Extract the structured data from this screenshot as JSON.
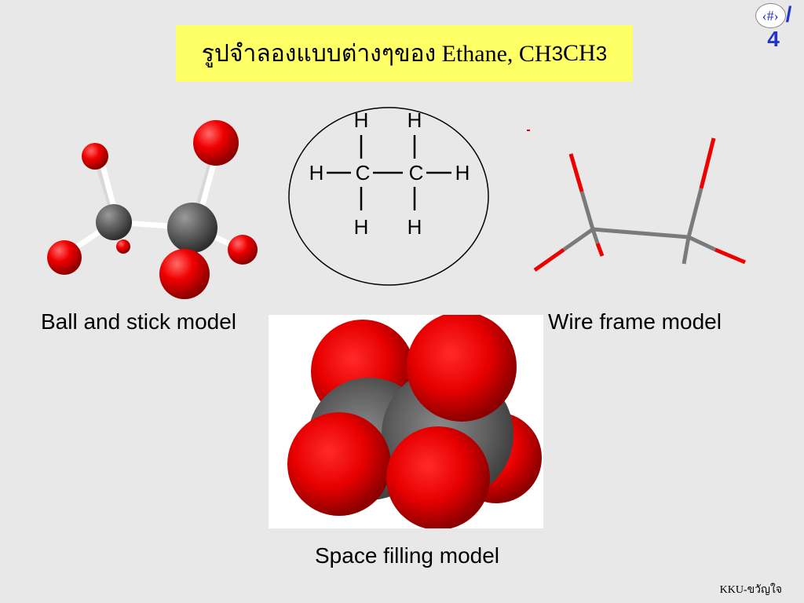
{
  "title": {
    "text": "รูปจำลองแบบต่างๆของ Ethane, CH",
    "sub1": "3",
    "mid": "CH",
    "sub2": "3"
  },
  "slide_number": {
    "placeholder": "‹#›",
    "slash": "/",
    "total": "4"
  },
  "structural_formula": {
    "top_left_h": "H",
    "top_right_h": "H",
    "left_h": "H",
    "left_c": "C",
    "right_c": "C",
    "right_h": "H",
    "bottom_left_h": "H",
    "bottom_right_h": "H"
  },
  "captions": {
    "ball_and_stick": "Ball and stick model",
    "wire_frame": "Wire frame model",
    "space_filling": "Space filling model"
  },
  "footer": "KKU-ขวัญใจ",
  "colors": {
    "hydrogen": "#e00000",
    "carbon": "#606060",
    "title_bg": "#ffff66",
    "slide_number": "#2233cc"
  }
}
